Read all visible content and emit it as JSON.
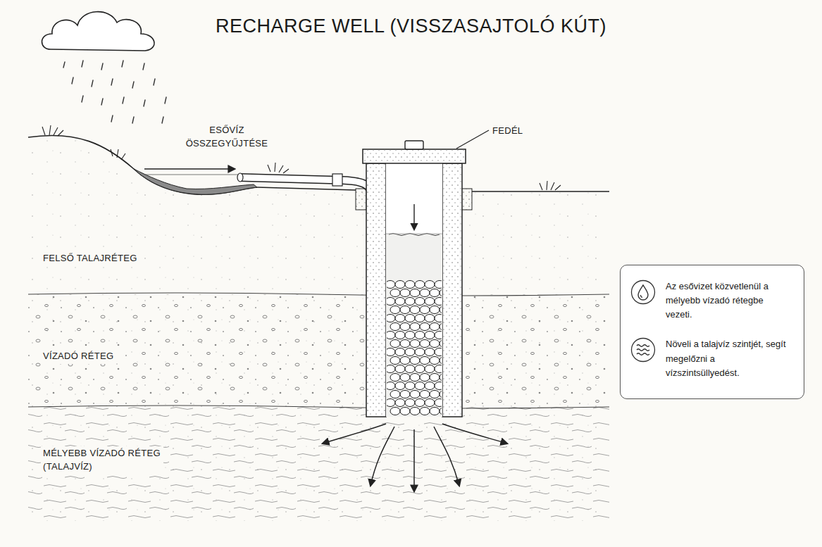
{
  "diagram": {
    "title": "RECHARGE WELL (VISSZASAJTOLÓ KÚT)",
    "nodes": [
      {
        "text": [
          "Az esővizet közvetlenül a mélyebb vízadó rétegbe vezeti.",
          "Növeli a talajvíz szintjét, segít megelőzni a vízszintsüllyedést."
        ]
      }
    ],
    "labels": [
      "ESŐVÍZ ÖSSZEGYŰJTÉSE",
      "FEDÉL",
      "FELSŐ TALAJRÉTEG",
      "VÍZADÓ RÉTEG",
      "MÉLYEBB VÍZADÓ RÉTEG (TALAJVÍZ)"
    ]
  }
}
